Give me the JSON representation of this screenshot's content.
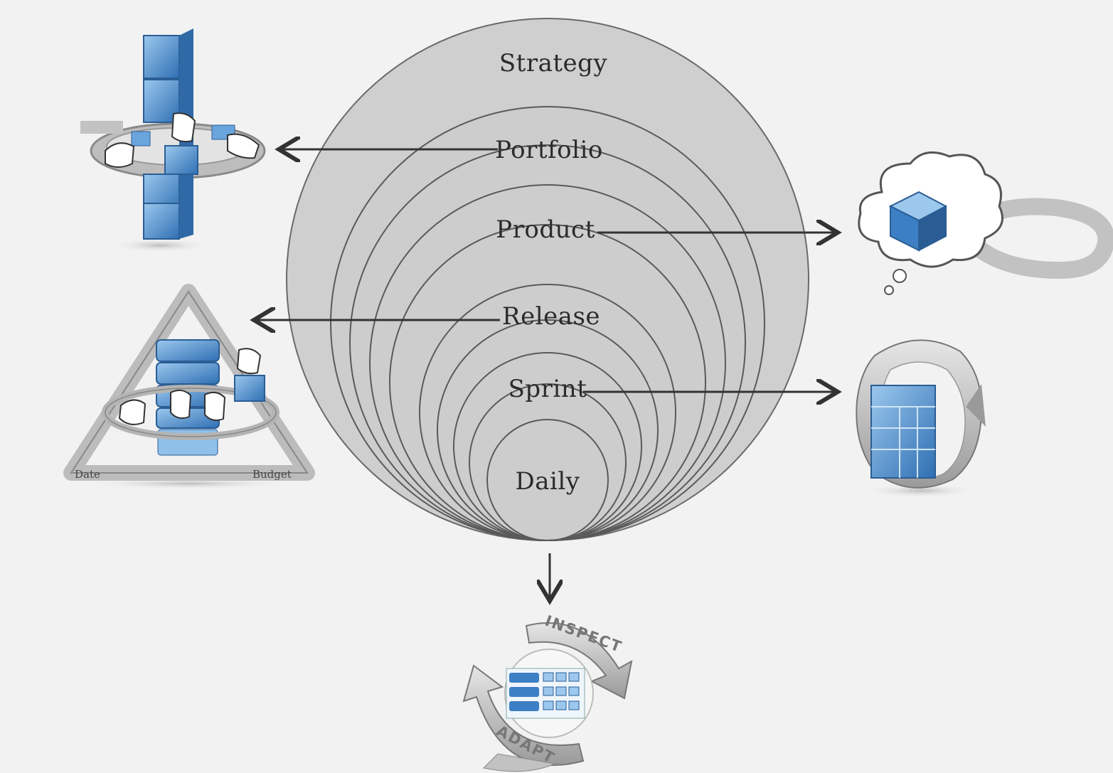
{
  "diagram": {
    "levels": [
      {
        "key": "strategy",
        "label": "Strategy"
      },
      {
        "key": "portfolio",
        "label": "Portfolio"
      },
      {
        "key": "product",
        "label": "Product"
      },
      {
        "key": "release",
        "label": "Release"
      },
      {
        "key": "sprint",
        "label": "Sprint"
      },
      {
        "key": "daily",
        "label": "Daily"
      }
    ],
    "release_triangle": {
      "corner_labels": [
        "Date",
        "Budget"
      ]
    },
    "inspect_adapt": {
      "top_label": "INSPECT",
      "bottom_label": "ADAPT"
    }
  },
  "colors": {
    "background": "#f2f2f2",
    "circle_fill": "#cfcfcf",
    "circle_stroke": "#5a5a5a",
    "arrow": "#333333",
    "icon_blue": "#3d7fc4",
    "icon_blue_light": "#8ec0ea",
    "icon_grey": "#b8b8b8"
  }
}
